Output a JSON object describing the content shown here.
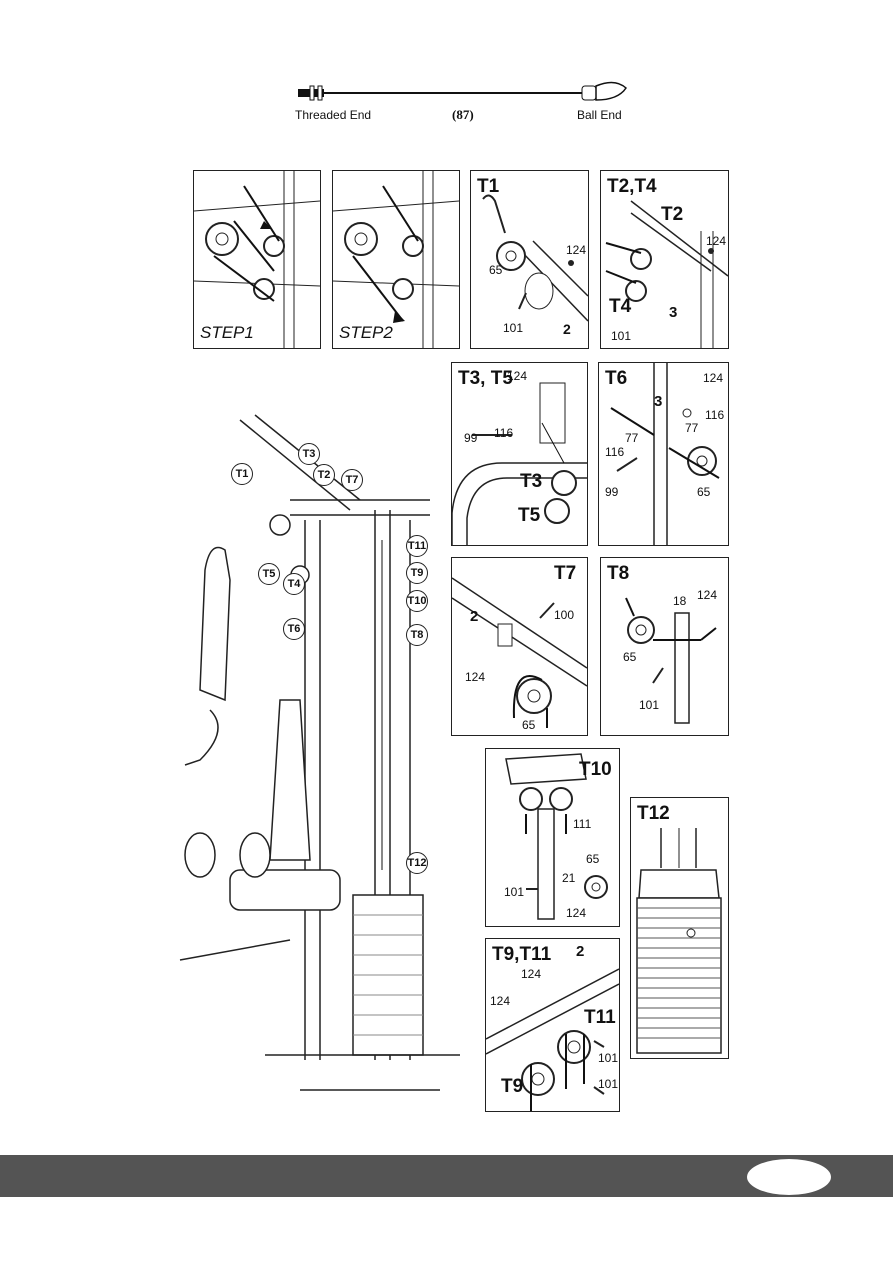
{
  "cable": {
    "threaded_end": "Threaded End",
    "part_number": "(87)",
    "ball_end": "Ball End"
  },
  "steps": {
    "step1": "STEP1",
    "step2": "STEP2"
  },
  "panels": {
    "t1": {
      "title": "T1",
      "labels": [
        "124",
        "65",
        "101",
        "2"
      ]
    },
    "t2t4": {
      "title": "T2,T4",
      "t2": "T2",
      "t4": "T4",
      "labels": [
        "124",
        "101",
        "3"
      ]
    },
    "t3t5": {
      "title": "T3, T5",
      "t3": "T3",
      "t5": "T5",
      "labels": [
        "124",
        "99",
        "116"
      ]
    },
    "t6": {
      "title": "T6",
      "labels": [
        "124",
        "3",
        "116",
        "77",
        "77",
        "116",
        "99",
        "65"
      ]
    },
    "t7": {
      "title": "T7",
      "labels": [
        "2",
        "100",
        "124",
        "65"
      ]
    },
    "t8": {
      "title": "T8",
      "labels": [
        "18",
        "124",
        "65",
        "101"
      ]
    },
    "t10": {
      "title": "T10",
      "labels": [
        "111",
        "65",
        "21",
        "101",
        "124"
      ]
    },
    "t12": {
      "title": "T12"
    },
    "t9t11": {
      "title": "T9,T11",
      "t9": "T9",
      "t11": "T11",
      "labels": [
        "2",
        "124",
        "124",
        "101",
        "101"
      ]
    }
  },
  "callouts": [
    "T1",
    "T3",
    "T2",
    "T7",
    "T11",
    "T9",
    "T10",
    "T8",
    "T5",
    "T4",
    "T6",
    "T12"
  ]
}
